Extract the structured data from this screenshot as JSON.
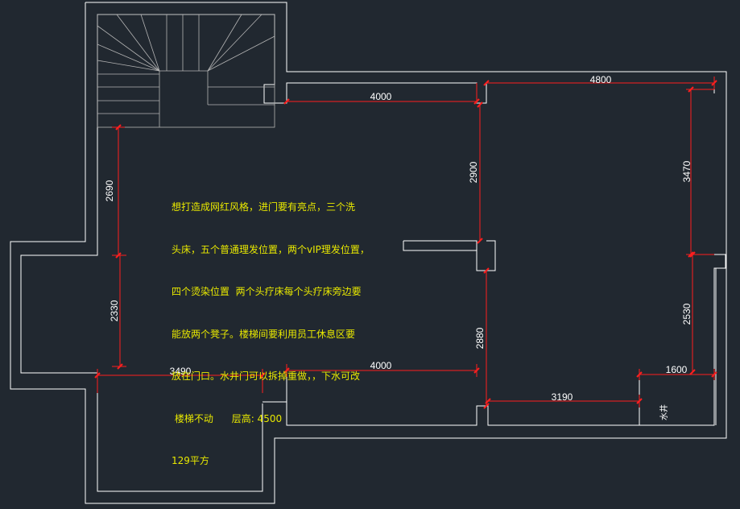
{
  "drawing": {
    "background": "#212830",
    "wall_color": "#ffffff",
    "dim_color": "#ff1e1e",
    "stair_color": "#b4b4b4",
    "note_color": "#e8e800",
    "dim_text_color": "#ffffff"
  },
  "dimensions": {
    "top_left_4000": "4000",
    "top_right_4800": "4800",
    "right_3470": "3470",
    "mid_2900": "2900",
    "left_2690": "2690",
    "left_2330": "2330",
    "bottom_3490": "3490",
    "bottom_4000": "4000",
    "mid_2880": "2880",
    "right_2530": "2530",
    "bottom_1600": "1600",
    "bottom_3190": "3190"
  },
  "labels": {
    "well": "水井"
  },
  "note": {
    "lines": [
      "想打造成网红风格，进门要有亮点，三个洗",
      "头床，五个普通理发位置，两个vIP理发位置，",
      "四个烫染位置  两个头疗床每个头疗床旁边要",
      "能放两个凳子。楼梯间要利用员工休息区要",
      "放在门口。水井门可以拆掉重做，，下水可改",
      " 楼梯不动      层高: 4500",
      "129平方"
    ]
  }
}
